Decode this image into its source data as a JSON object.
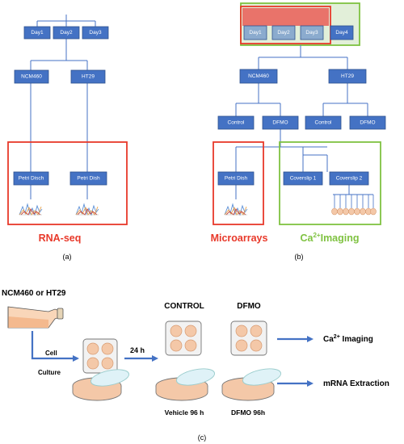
{
  "panel_a": {
    "days": [
      "Day1",
      "Day2",
      "Day3"
    ],
    "cell_lines": [
      "NCM460",
      "HT29"
    ],
    "dish_1": "Petri Disch",
    "dish_2": "Petri Dish",
    "title": "RNA-seq",
    "caption": "(a)"
  },
  "panel_b": {
    "days": [
      "Day1",
      "Day2",
      "Day3",
      "Day4"
    ],
    "cell_lines": [
      "NCM460",
      "HT29"
    ],
    "treatments": [
      "Control",
      "DFMO",
      "Control",
      "DFMO"
    ],
    "dish": "Petri Dish",
    "coverslip_1": "Coverslip 1",
    "coverslip_2": "Coverslip 2",
    "title_left": "Microarrays",
    "title_right_prefix": "Ca",
    "title_right_sup": "2+",
    "title_right_suffix": "Imaging",
    "caption": "(b)"
  },
  "panel_c": {
    "cell_source": "NCM460 or HT29",
    "step_line1": "Cell",
    "step_line2": "Culture",
    "time": "24 h",
    "control_label": "CONTROL",
    "dfmo_label": "DFMO",
    "output1_prefix": "Ca",
    "output1_sup": "2+",
    "output1_suffix": " Imaging",
    "output2": "mRNA Extraction",
    "vehicle_label": "Vehicle 96 h",
    "dfmo_time_label": "DFMO 96h",
    "caption": "(c)"
  },
  "colors": {
    "box_fill": "#4472c4",
    "red_frame": "#e8392a",
    "green_frame": "#7fc241",
    "blue_arrow": "#4472c4",
    "dish_pink": "#f4c8a8"
  }
}
